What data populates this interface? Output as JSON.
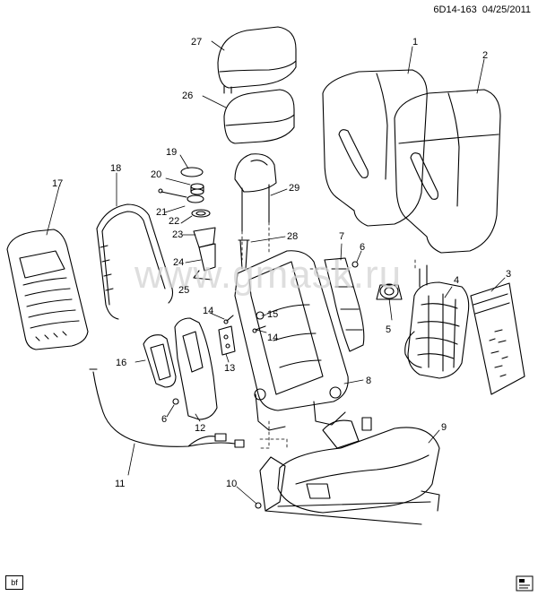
{
  "header": {
    "code": "6D14-163",
    "date": "04/25/2011"
  },
  "watermark": "www.gmask.ru",
  "corner_tag": "bf",
  "callouts": [
    "1",
    "2",
    "3",
    "4",
    "5",
    "6",
    "6",
    "7",
    "8",
    "9",
    "10",
    "11",
    "12",
    "13",
    "14",
    "14",
    "15",
    "16",
    "17",
    "18",
    "19",
    "20",
    "21",
    "22",
    "23",
    "24",
    "25",
    "26",
    "27",
    "28",
    "29"
  ],
  "parts": [
    "head-restraint-upper",
    "head-restraint-lower",
    "seatback-cover-1",
    "seatback-cover-2",
    "heater-pad-3",
    "lumbar-support-4",
    "motor-5",
    "fastener-6",
    "side-trim-7",
    "seatback-frame-8",
    "seat-cushion-9",
    "fastener-10",
    "wiring-harness-11",
    "side-panel-12",
    "switch-13",
    "bolt-14",
    "bushing-15",
    "bezel-16",
    "back-panel-17",
    "frame-wire-18",
    "guide-19-25",
    "guide-sleeve-26",
    "headrest-frame-27"
  ]
}
